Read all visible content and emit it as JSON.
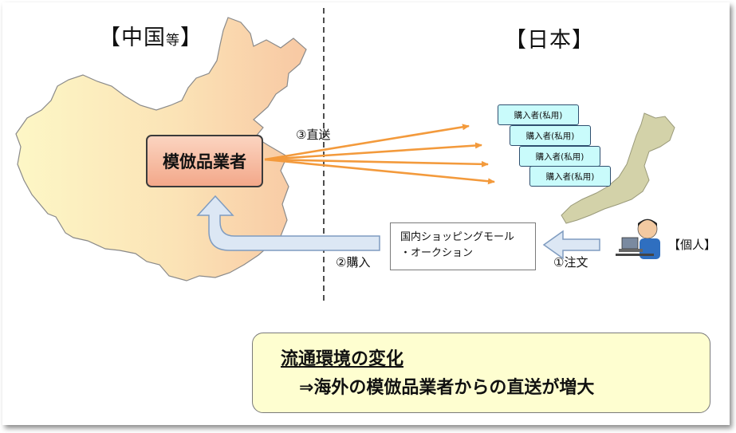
{
  "regions": {
    "china": "【中国",
    "china_suffix": "等",
    "china_close": "】",
    "japan": "【日本】"
  },
  "vendor": "模倣品業者",
  "steps": {
    "direct": "③直送",
    "purchase": "②購入",
    "order": "①注文"
  },
  "mall": {
    "line1": "国内ショッピングモール",
    "line2": "・オークション"
  },
  "buyers": [
    "購入者(私用)",
    "購入者(私用)",
    "購入者(私用)",
    "購入者(私用)"
  ],
  "individual": "【個人】",
  "summary": {
    "title": "流通環境の変化",
    "text": "⇒海外の模倣品業者からの直送が増大"
  },
  "colors": {
    "china_map_light": "#fef6c4",
    "china_map_peach": "#f9c9a6",
    "japan_map": "#cfcfa6",
    "direct_arrow": "#f39a3c",
    "flow_arrow_fill": "#dce7f4",
    "flow_arrow_stroke": "#7f9cc0"
  }
}
